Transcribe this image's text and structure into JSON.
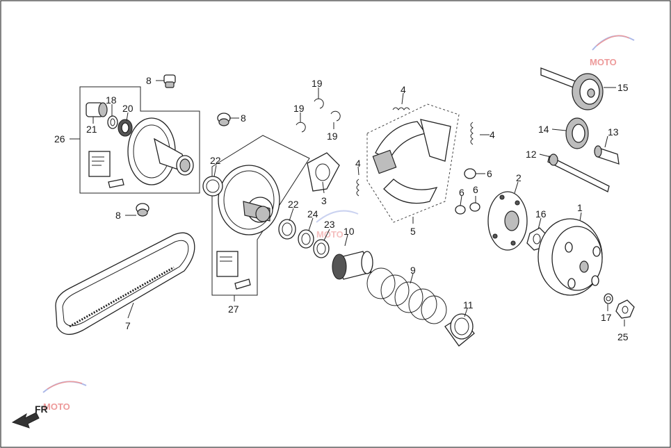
{
  "diagram": {
    "callouts": [
      {
        "id": "c1",
        "text": "1"
      },
      {
        "id": "c2",
        "text": "2"
      },
      {
        "id": "c3",
        "text": "3"
      },
      {
        "id": "c4a",
        "text": "4"
      },
      {
        "id": "c4b",
        "text": "4"
      },
      {
        "id": "c4c",
        "text": "4"
      },
      {
        "id": "c5",
        "text": "5"
      },
      {
        "id": "c6a",
        "text": "6"
      },
      {
        "id": "c6b",
        "text": "6"
      },
      {
        "id": "c6c",
        "text": "6"
      },
      {
        "id": "c7",
        "text": "7"
      },
      {
        "id": "c8a",
        "text": "8"
      },
      {
        "id": "c8b",
        "text": "8"
      },
      {
        "id": "c8c",
        "text": "8"
      },
      {
        "id": "c9",
        "text": "9"
      },
      {
        "id": "c10",
        "text": "10"
      },
      {
        "id": "c11",
        "text": "11"
      },
      {
        "id": "c12",
        "text": "12"
      },
      {
        "id": "c13",
        "text": "13"
      },
      {
        "id": "c14",
        "text": "14"
      },
      {
        "id": "c15",
        "text": "15"
      },
      {
        "id": "c16",
        "text": "16"
      },
      {
        "id": "c17",
        "text": "17"
      },
      {
        "id": "c18",
        "text": "18"
      },
      {
        "id": "c19a",
        "text": "19"
      },
      {
        "id": "c19b",
        "text": "19"
      },
      {
        "id": "c19c",
        "text": "19"
      },
      {
        "id": "c20",
        "text": "20"
      },
      {
        "id": "c21",
        "text": "21"
      },
      {
        "id": "c22a",
        "text": "22"
      },
      {
        "id": "c22b",
        "text": "22"
      },
      {
        "id": "c23",
        "text": "23"
      },
      {
        "id": "c24",
        "text": "24"
      },
      {
        "id": "c25",
        "text": "25"
      },
      {
        "id": "c26",
        "text": "26"
      },
      {
        "id": "c27",
        "text": "27"
      }
    ],
    "front_indicator": "FR",
    "watermark": "MOTO"
  }
}
